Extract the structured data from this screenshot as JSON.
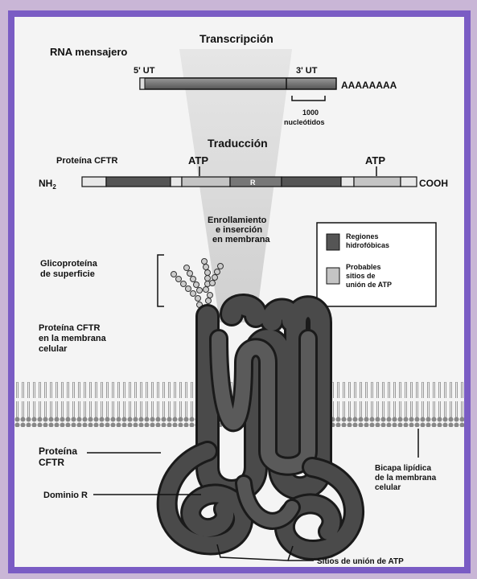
{
  "diagram": {
    "transcription_title": "Transcripción",
    "mrna_label": "RNA mensajero",
    "five_utr": "5' UT",
    "three_utr": "3' UT",
    "poly_a": "AAAAAAAA",
    "scale_value": "1000",
    "scale_unit": "nucleótidos",
    "translation_title": "Traducción",
    "protein_label": "Proteína CFTR",
    "atp_left": "ATP",
    "atp_right": "ATP",
    "nh2": "NH",
    "nh2_sub": "2",
    "r_label": "R",
    "cooh": "COOH",
    "folding_line1": "Enrollamiento",
    "folding_line2": "e inserción",
    "folding_line3": "en membrana",
    "legend_hydro_line1": "Regiones",
    "legend_hydro_line2": "hidrofóbicas",
    "legend_atp_line1": "Probables",
    "legend_atp_line2": "sitios de",
    "legend_atp_line3": "unión de ATP",
    "glyco_line1": "Glicoproteína",
    "glyco_line2": "de superficie",
    "membrane_protein_line1": "Proteína CFTR",
    "membrane_protein_line2": "en la membrana",
    "membrane_protein_line3": "celular",
    "protein_cftr_line1": "Proteína",
    "protein_cftr_line2": "CFTR",
    "domain_r": "Dominio R",
    "bilayer_line1": "Bicapa lipídica",
    "bilayer_line2": "de la membrana",
    "bilayer_line3": "celular",
    "atp_sites": "Sitios de unión de ATP"
  },
  "colors": {
    "frame": "#7a5cc4",
    "hydrophobic": "#555555",
    "atp_site": "#c4c4c4",
    "protein": "#3a3a3a"
  }
}
